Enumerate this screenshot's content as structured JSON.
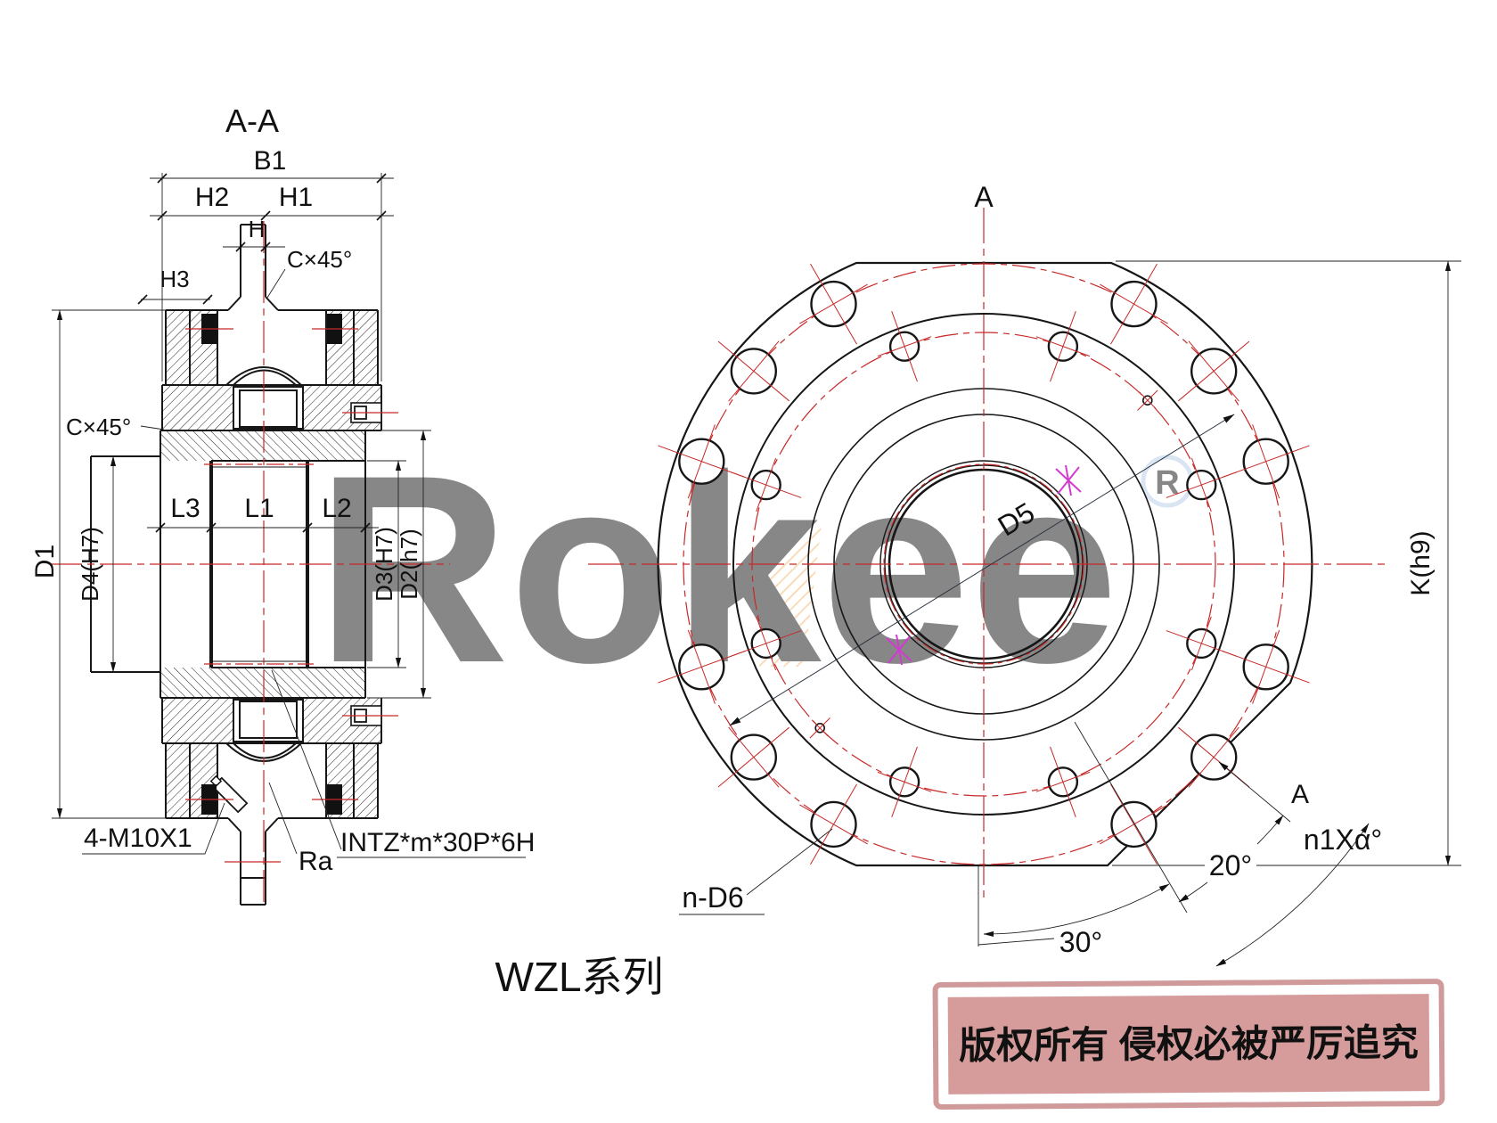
{
  "page": {
    "background": "#ffffff"
  },
  "watermark": {
    "brand": "Rokee",
    "registered_mark": "R",
    "text_color": "#b7cce9",
    "accent_color": "#f0a24b"
  },
  "series_label": "WZL系列",
  "stamp": {
    "text": "版权所有 侵权必被严厉追究",
    "background_color": "#d69c9c",
    "text_color": "#ffffff"
  },
  "left_view": {
    "title": "A-A",
    "labels": {
      "b1": "B1",
      "h2": "H2",
      "h1": "H1",
      "h": "H",
      "chamfer_top": "C×45°",
      "h3": "H3",
      "chamfer_left": "C×45°",
      "d1": "D1",
      "d4": "D4(H7)",
      "l3": "L3",
      "l1": "L1",
      "l2": "L2",
      "d3": "D3(H7)",
      "d2": "D2(h7)",
      "thread_holes": "4-M10X1",
      "roughness": "Ra",
      "spline_spec": "INTZ*m*30P*6H"
    }
  },
  "right_view": {
    "section_top": "A",
    "section_bottom": "A",
    "labels": {
      "d5": "D5",
      "k": "K(h9)",
      "bolt_holes": "n-D6",
      "angle_pitch": "20°",
      "angle_first": "30°",
      "angle_total": "n1Xα°"
    }
  }
}
